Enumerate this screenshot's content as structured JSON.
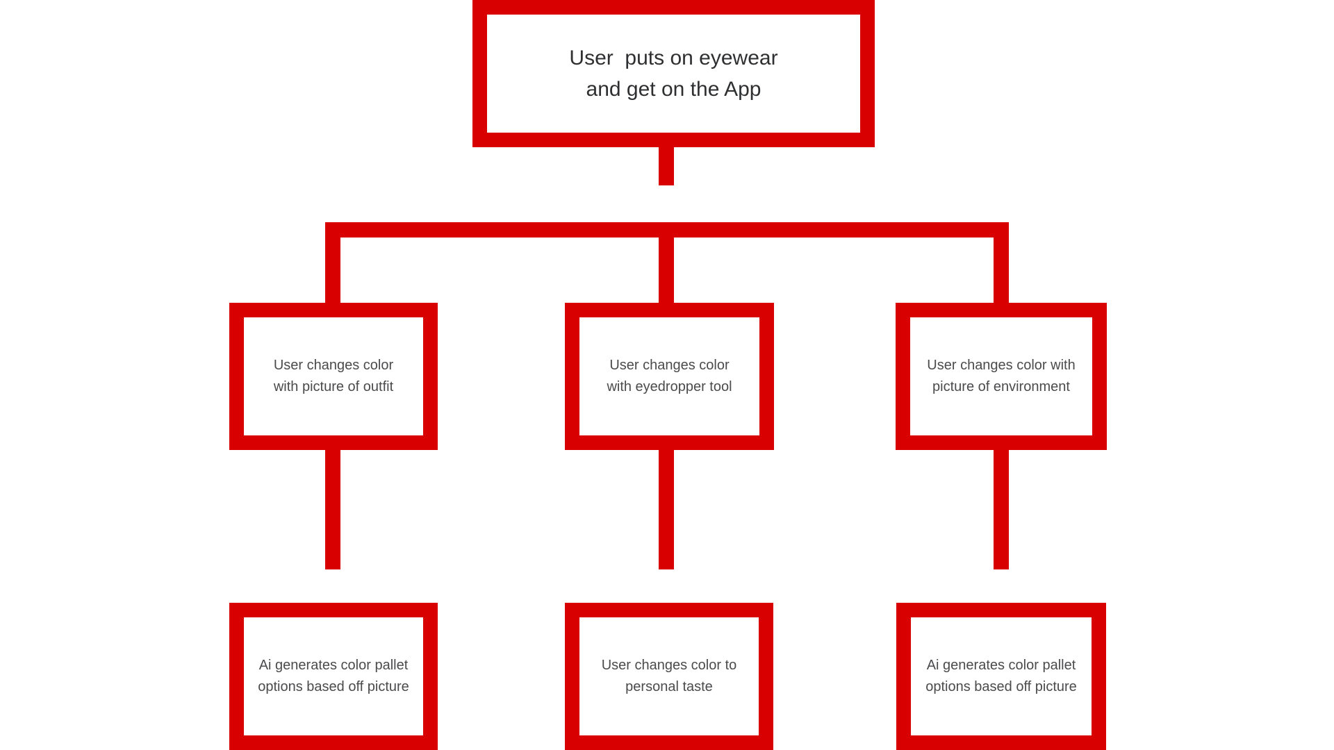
{
  "diagram": {
    "type": "flowchart",
    "colors": {
      "accent": "#d80000",
      "node_background": "#ffffff",
      "node_text": "#4b4b4d",
      "root_text": "#2e2f31",
      "page_background": "#ffffff"
    },
    "root": {
      "label": "User  puts on eyewear\nand get on the App"
    },
    "branches": [
      {
        "node": {
          "label": "User changes color\nwith picture of outfit"
        },
        "child": {
          "label": "Ai generates color pallet\noptions based off picture"
        }
      },
      {
        "node": {
          "label": "User changes color\nwith eyedropper tool"
        },
        "child": {
          "label": "User changes color to\npersonal taste"
        }
      },
      {
        "node": {
          "label": "User changes color with\npicture of environment"
        },
        "child": {
          "label": "Ai generates color pallet\noptions based off picture"
        }
      }
    ]
  }
}
